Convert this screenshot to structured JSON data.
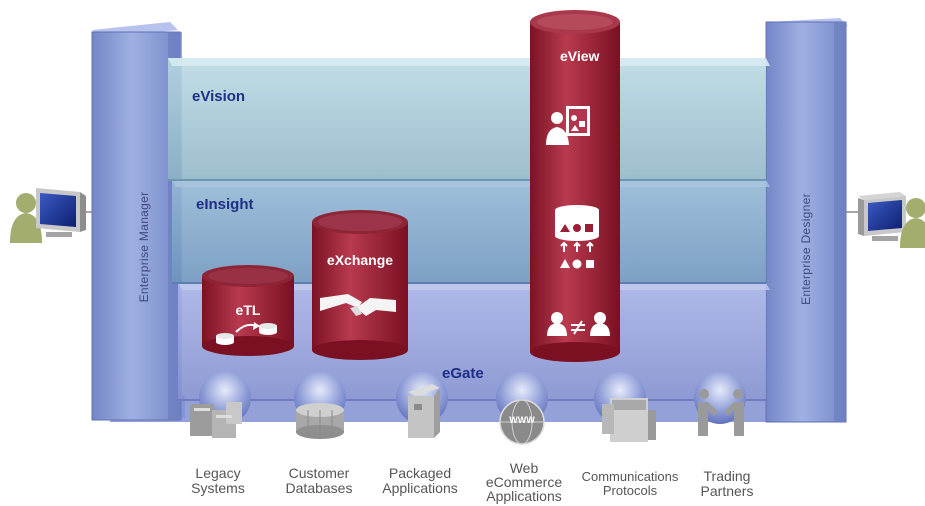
{
  "layers": {
    "evision": "eVision",
    "einsight": "eInsight",
    "egate": "eGate"
  },
  "pillars": {
    "left": "Enterprise Manager",
    "right": "Enterprise Designer"
  },
  "cylinders": {
    "etl": "eTL",
    "exchange": "eXchange",
    "eview": "eView"
  },
  "sources": [
    {
      "line1": "Legacy",
      "line2": "Systems",
      "line3": ""
    },
    {
      "line1": "Customer",
      "line2": "Databases",
      "line3": ""
    },
    {
      "line1": "Packaged",
      "line2": "Applications",
      "line3": ""
    },
    {
      "line1": "Web",
      "line2": "eCommerce",
      "line3": "Applications"
    },
    {
      "line1": "Communications",
      "line2": "Protocols",
      "line3": ""
    },
    {
      "line1": "Trading",
      "line2": "Partners",
      "line3": ""
    }
  ],
  "icons": {
    "www_text": "WWW"
  },
  "colors": {
    "pillar": "#8e9fd6",
    "evision_band": "#9cc3d3",
    "einsight_band": "#7fa6c9",
    "egate_band": "#9aa6dc",
    "cylinder": "#9d1d33",
    "label_navy": "#1e2f86"
  }
}
